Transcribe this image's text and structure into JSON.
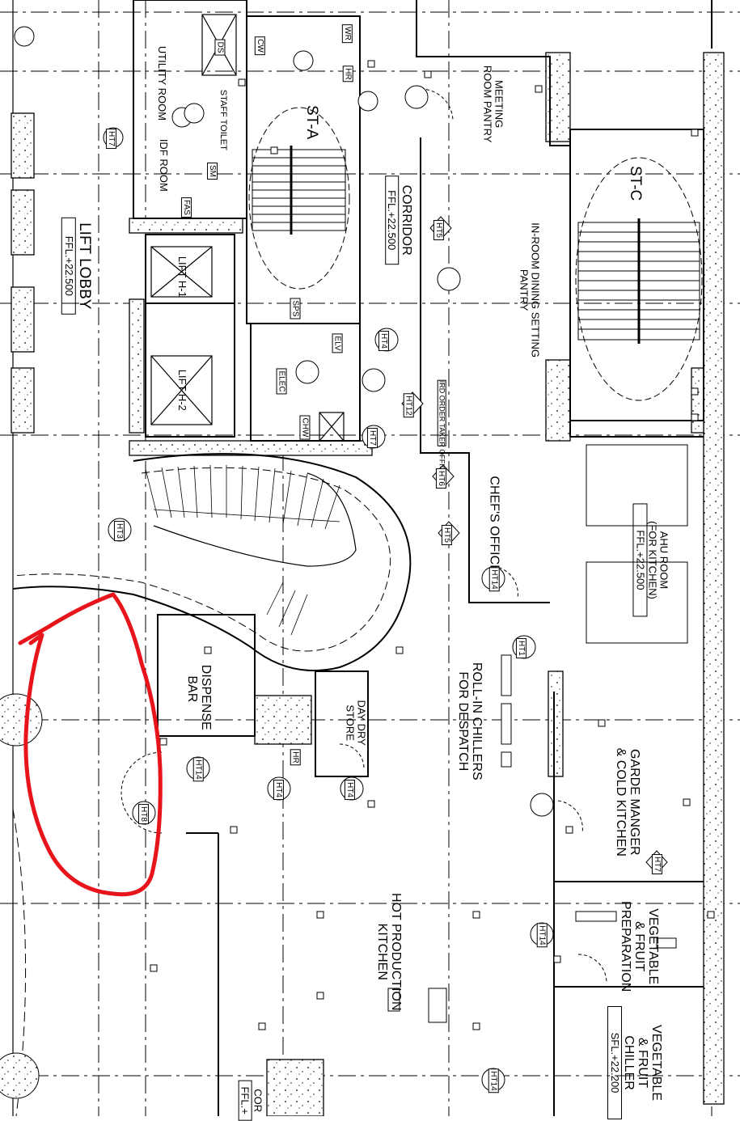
{
  "rooms": {
    "lift_lobby": "LIFT LOBBY",
    "lift_lobby_level": "FFL.+22.500",
    "utility_room": "UTILITY ROOM",
    "staff_toilet": "STAFF TOILET",
    "idf_room": "IDF ROOM",
    "lift_h1": "LIFT H-1",
    "lift_h2": "LIFT H-2",
    "corridor": "CORRIDOR",
    "corridor_level": "FFL.+22.500",
    "stair_a": "ST-A",
    "stair_c": "ST-C",
    "meeting_room_pantry": "MEETING ROOM PANTRY",
    "in_room_dining_pantry": "IN-ROOM DINING SETTING PANTRY",
    "order_taker_office": "IRD ORDER TAKER OFFICE",
    "chefs_office": "CHEF'S OFFICE",
    "ahu_room_line1": "AHU ROOM",
    "ahu_room_line2": "(FOR KITCHEN)",
    "ahu_room_level": "FFL.+22.500",
    "dispense_bar": "DISPENSE BAR",
    "day_dry_store": "DAY DRY STORE",
    "roll_in_chillers_line1": "ROLL-IN CHILLERS",
    "roll_in_chillers_line2": "FOR DESPATCH",
    "garde_manger_line1": "GARDE MANGER",
    "garde_manger_line2": "& COLD KITCHEN",
    "hot_production_line1": "HOT PRODUCTION",
    "hot_production_line2": "KITCHEN",
    "veg_prep_line1": "VEGETABLE",
    "veg_prep_line2": "& FRUIT",
    "veg_prep_line3": "PREPARATION",
    "veg_chiller_line1": "VEGETABLE",
    "veg_chiller_line2": "& FRUIT",
    "veg_chiller_line3": "CHILLER",
    "veg_chiller_level": "SFL.+22.200",
    "corridor_bottom": "COR",
    "corridor_bottom_level": "FFL.+"
  },
  "small_tags": {
    "cw": "CW",
    "ds": "DS",
    "wr": "WR",
    "hr": "HR",
    "sm": "SM",
    "fas": "FAS",
    "sps": "SPS",
    "elv": "ELV",
    "elec": "ELEC",
    "chw": "CHW",
    "ht1": "HT1",
    "ht3": "HT3",
    "ht4": "HT4",
    "ht5": "HT5",
    "ht6": "HT6",
    "ht7": "HT7",
    "ht8": "HT8",
    "ht12": "HT12",
    "ht14": "HT14"
  },
  "colors": {
    "linework": "#000000",
    "markup_circle": "#e8141b",
    "background": "#ffffff"
  }
}
